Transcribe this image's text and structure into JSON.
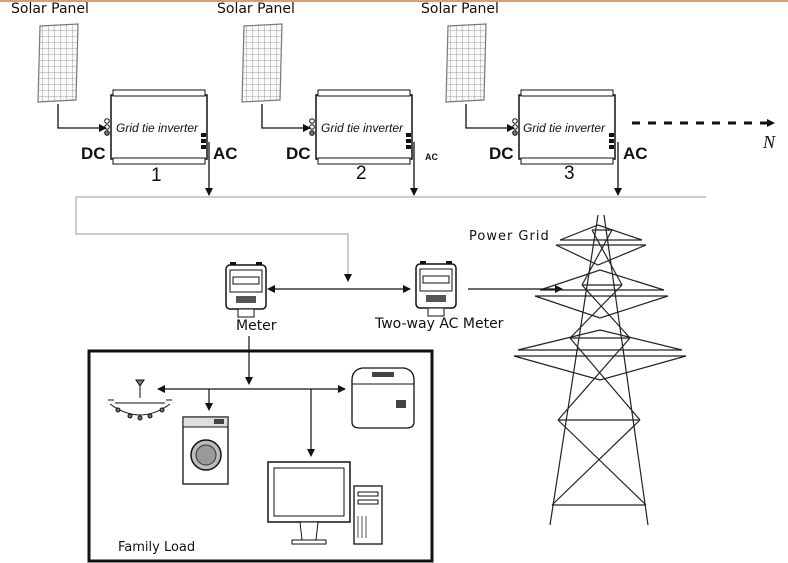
{
  "panels": [
    {
      "label": "Solar Panel",
      "inverter_label": "Grid tie inverter",
      "dc": "DC",
      "ac": "AC",
      "number": "1"
    },
    {
      "label": "Solar Panel",
      "inverter_label": "Grid tie inverter",
      "dc": "DC",
      "ac": "AC",
      "number": "2"
    },
    {
      "label": "Solar Panel",
      "inverter_label": "Grid tie inverter",
      "dc": "DC",
      "ac": "AC",
      "number": "3"
    }
  ],
  "continuation": "N",
  "meter": {
    "label": "Meter"
  },
  "two_way_meter": {
    "label": "Two-way AC Meter"
  },
  "power_grid": {
    "label": "Power Grid"
  },
  "family_load": {
    "label": "Family Load"
  },
  "colors": {
    "line": "#111111",
    "accent_rule": "#d8a070"
  }
}
